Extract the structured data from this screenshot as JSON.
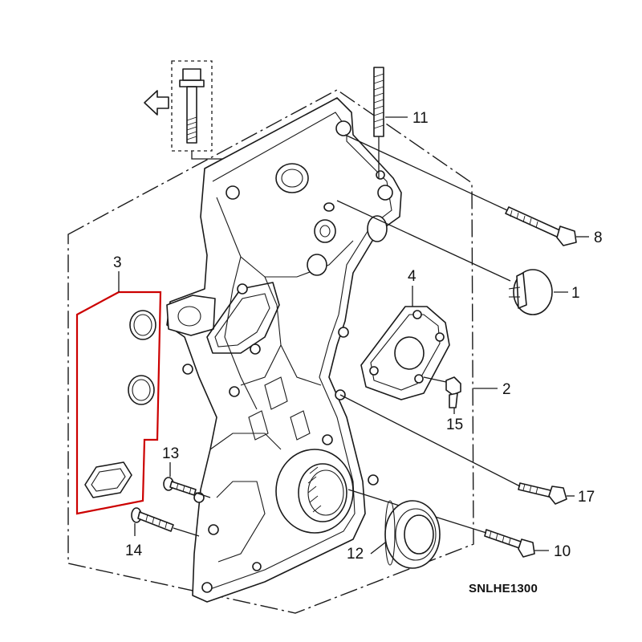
{
  "diagram_code": "SNLHE1300",
  "accent_color": "#cc0000",
  "callouts": [
    {
      "id": "1",
      "label": "1"
    },
    {
      "id": "2",
      "label": "2"
    },
    {
      "id": "3",
      "label": "3"
    },
    {
      "id": "4",
      "label": "4"
    },
    {
      "id": "8",
      "label": "8"
    },
    {
      "id": "10",
      "label": "10"
    },
    {
      "id": "11",
      "label": "11"
    },
    {
      "id": "12",
      "label": "12"
    },
    {
      "id": "13",
      "label": "13"
    },
    {
      "id": "14",
      "label": "14"
    },
    {
      "id": "15",
      "label": "15"
    },
    {
      "id": "17",
      "label": "17"
    }
  ],
  "icons": {
    "direction_arrow": "hollow-arrow-left-icon"
  }
}
